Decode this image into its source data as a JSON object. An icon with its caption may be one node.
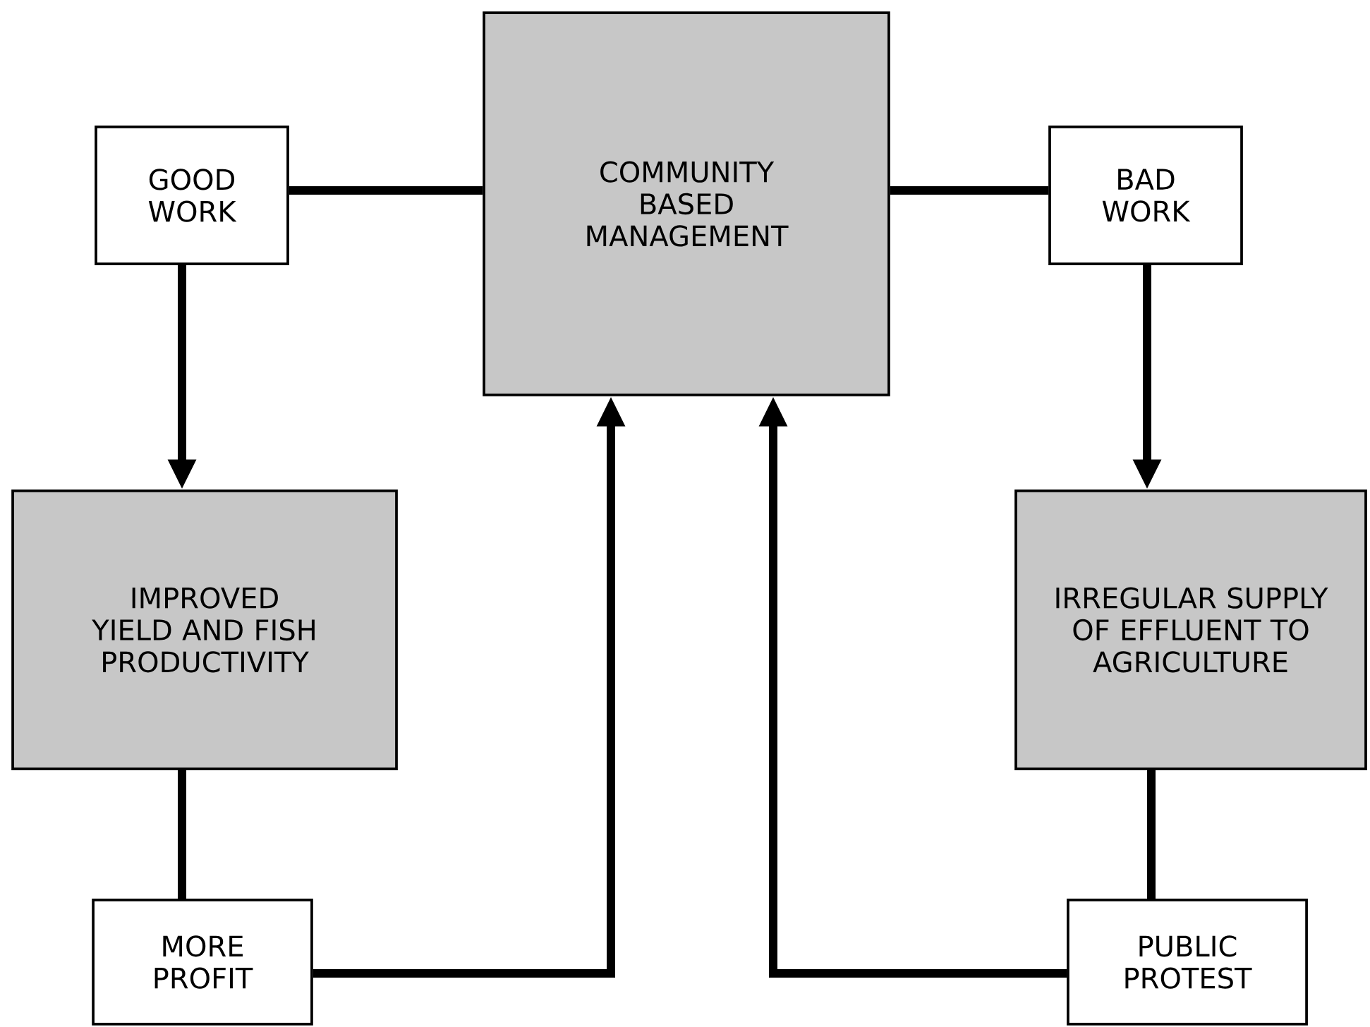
{
  "diagram": {
    "nodes": [
      {
        "text": [
          "GOOD WORK"
        ]
      },
      {
        "text": [
          "COMMUNITY BASED MANAGEMENT"
        ]
      },
      {
        "text": [
          "BAD WORK"
        ]
      },
      {
        "text": [
          "IMPROVED YIELD AND FISH PRODUCTIVITY"
        ]
      },
      {
        "text": [
          "IRREGULAR SUPPLY OF EFFLUENT TO AGRICULTURE"
        ]
      },
      {
        "text": [
          "MORE PROFIT"
        ]
      },
      {
        "text": [
          "PUBLIC PROTEST"
        ]
      }
    ],
    "edges": [
      {
        "from": 0,
        "to": 1,
        "arrow": "none"
      },
      {
        "from": 1,
        "to": 2,
        "arrow": "none"
      },
      {
        "from": 0,
        "to": 3,
        "arrow": "to"
      },
      {
        "from": 2,
        "to": 4,
        "arrow": "to"
      },
      {
        "from": 3,
        "to": 5,
        "arrow": "none"
      },
      {
        "from": 4,
        "to": 6,
        "arrow": "none"
      },
      {
        "from": 5,
        "to": 1,
        "arrow": "to"
      },
      {
        "from": 6,
        "to": 1,
        "arrow": "to"
      }
    ]
  }
}
